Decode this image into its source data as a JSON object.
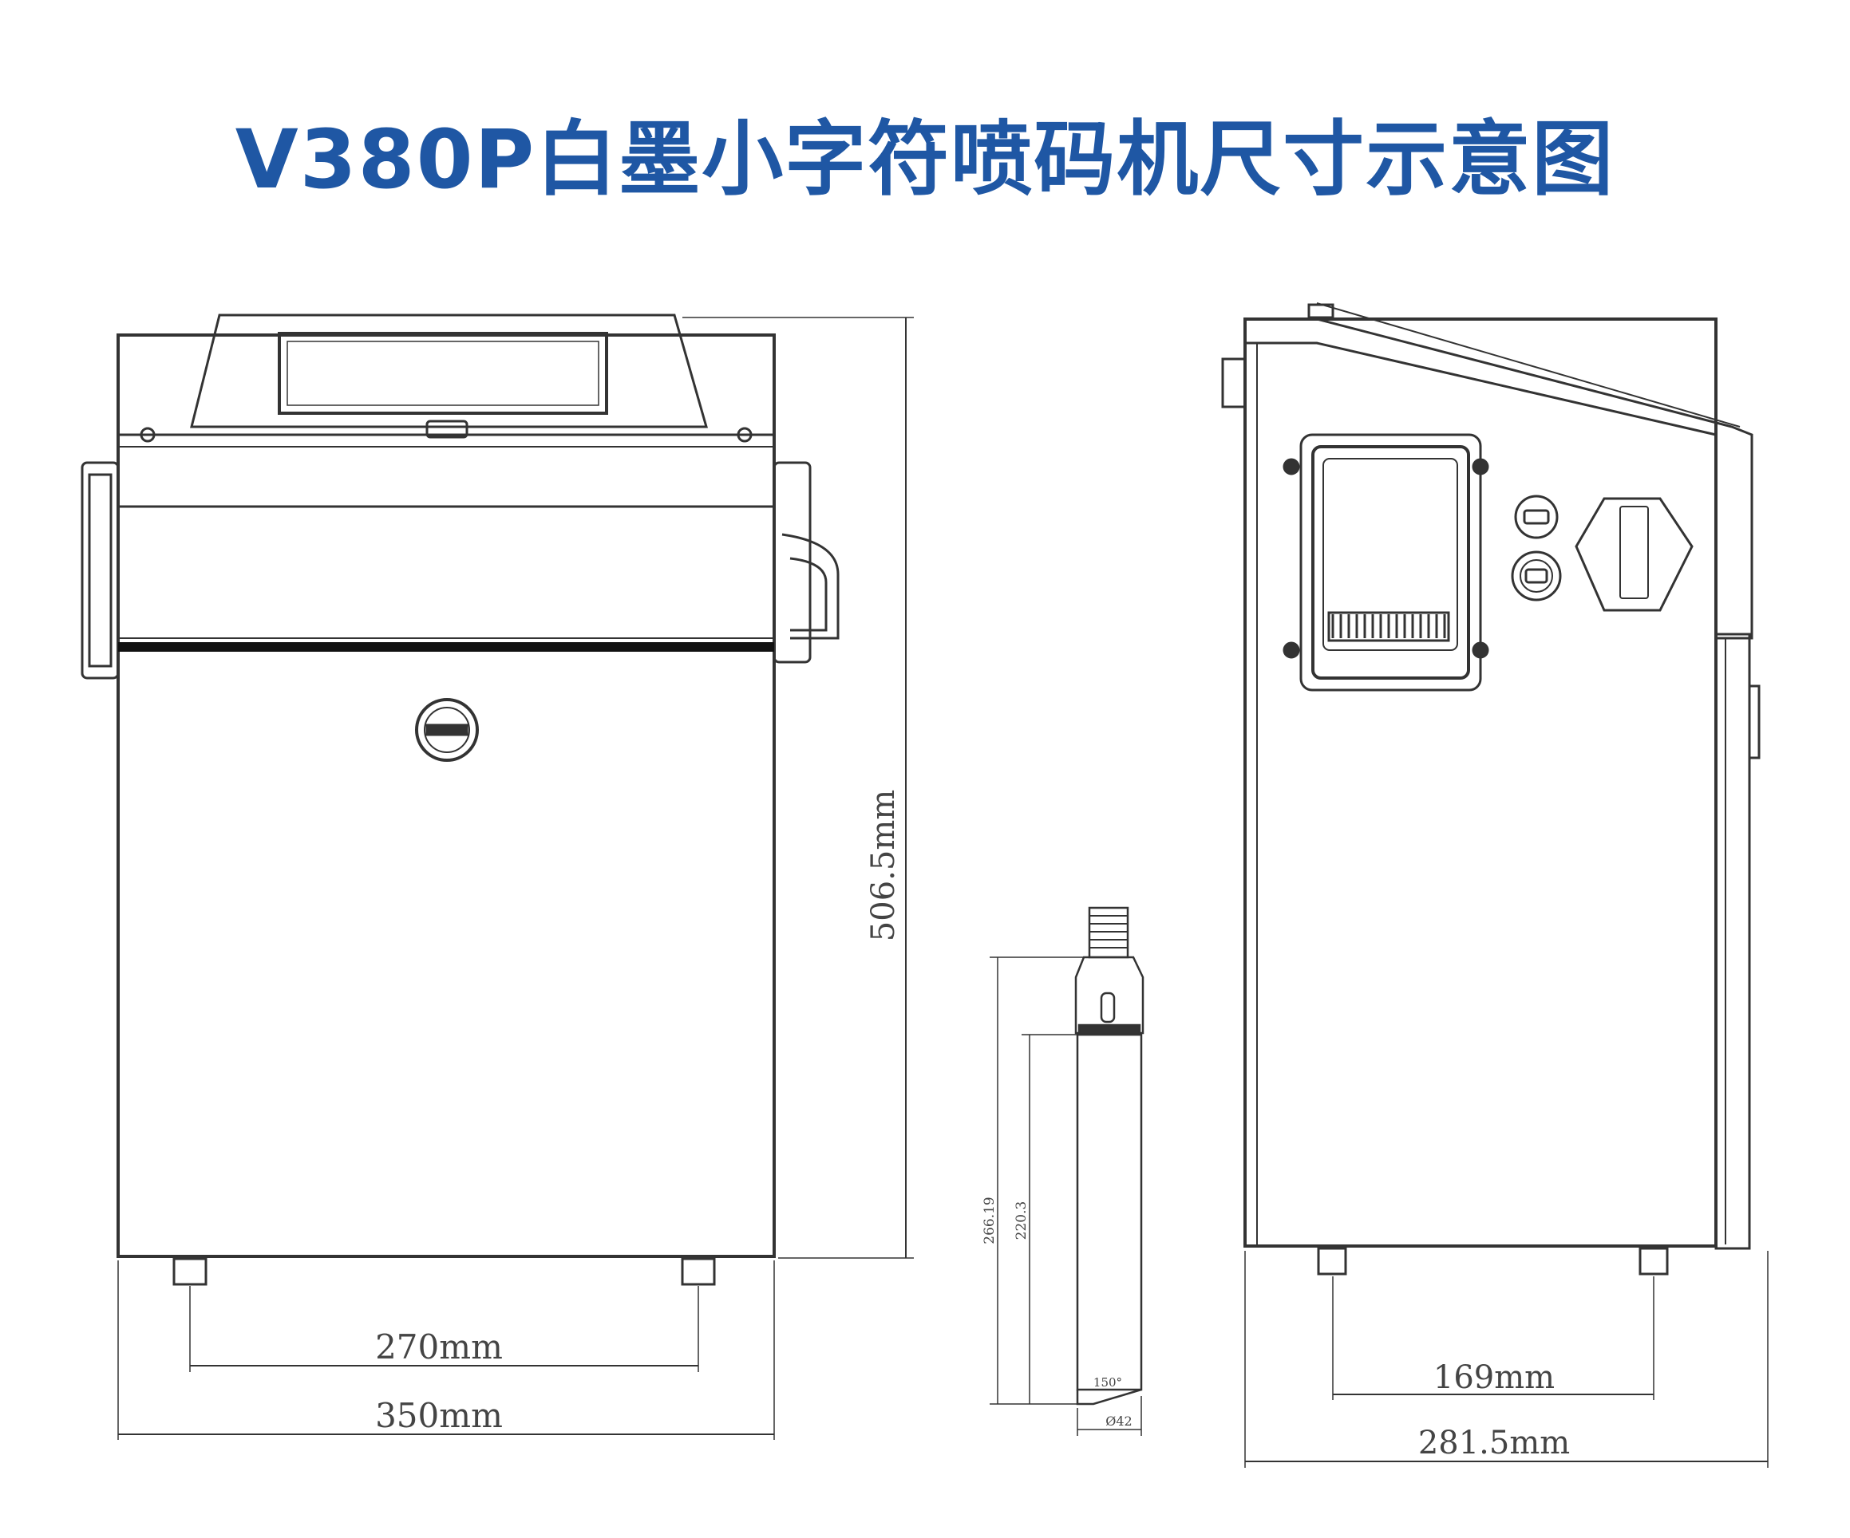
{
  "title": "V380P白墨小字符喷码机尺寸示意图",
  "colors": {
    "title": "#1f57a4",
    "line": "#333333",
    "background": "#ffffff"
  },
  "dimensions": {
    "front_height": "506.5mm",
    "front_foot_spacing": "270mm",
    "front_width": "350mm",
    "nozzle_total_length": "266.19",
    "nozzle_body_length": "220.3",
    "nozzle_angle": "150°",
    "nozzle_diameter": "Ø42",
    "side_foot_spacing": "169mm",
    "side_depth": "281.5mm"
  }
}
